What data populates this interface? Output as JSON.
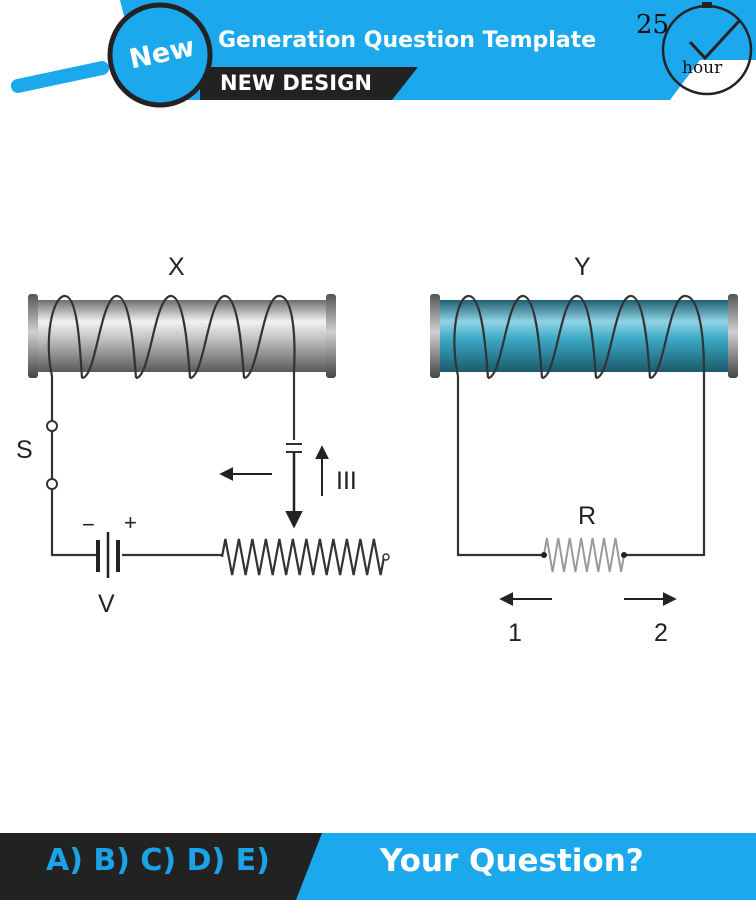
{
  "header": {
    "badge": "New",
    "title": "Generation Question Template",
    "subtitle": "NEW DESIGN",
    "timer_number": "25",
    "timer_unit": "hour",
    "accent_color": "#1ba8ec",
    "dark_color": "#222222"
  },
  "diagram": {
    "coil_x_label": "X",
    "coil_y_label": "Y",
    "switch_label": "S",
    "battery_label": "V",
    "battery_minus": "−",
    "battery_plus": "+",
    "slider_label": "III",
    "resistor_label": "R",
    "arrow_left_label": "1",
    "arrow_right_label": "2",
    "core_x_color": "#b8b8b8",
    "core_y_color": "#3aa7c3"
  },
  "footer": {
    "answers": "A) B) C) D) E)",
    "question": "Your Question?"
  }
}
